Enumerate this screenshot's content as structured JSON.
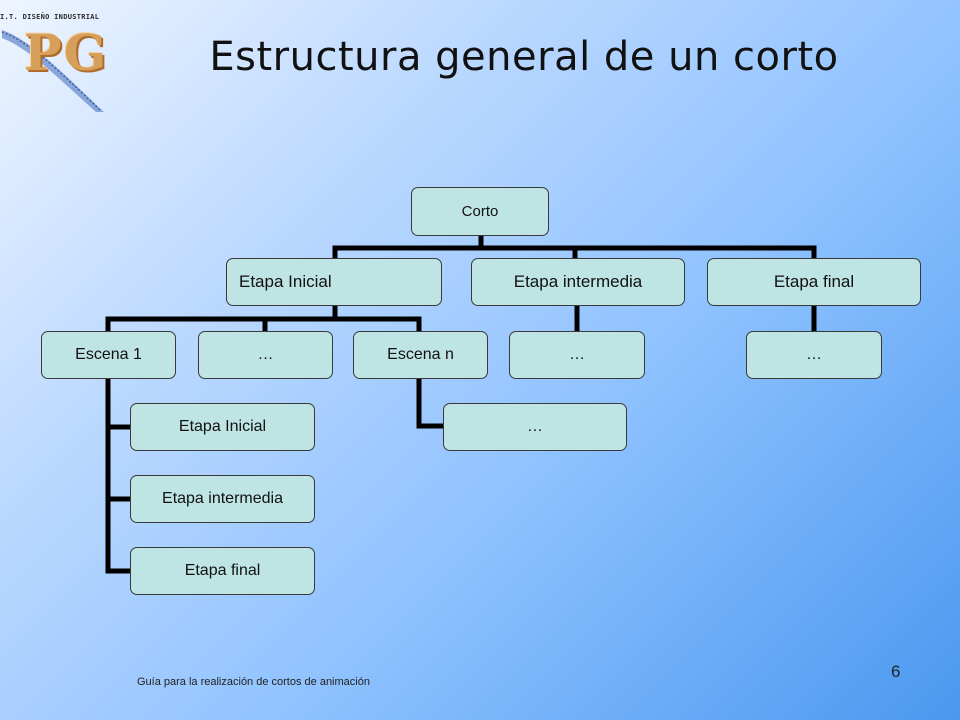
{
  "logo": {
    "caption": "I.T. DISEÑO INDUSTRIAL",
    "letters": "PG"
  },
  "title": "Estructura general de un corto",
  "diagram": {
    "root": "Corto",
    "stages": [
      "Etapa Inicial",
      "Etapa intermedia",
      "Etapa final"
    ],
    "initial_children": [
      "Escena 1",
      "…",
      "Escena n"
    ],
    "middle_child": "…",
    "final_child": "…",
    "scene1_children": [
      "Etapa Inicial",
      "Etapa intermedia",
      "Etapa final"
    ],
    "scene_n_child": "…"
  },
  "footer": "Guía para la realización de cortos de animación",
  "page_number": "6"
}
